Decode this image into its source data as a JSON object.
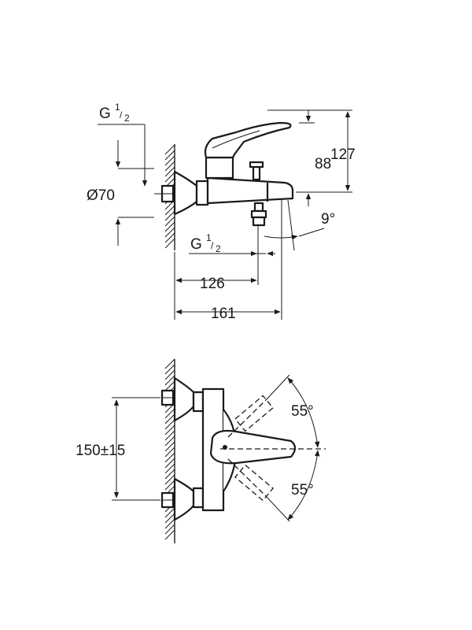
{
  "side_view": {
    "labels": {
      "thread_wall": {
        "g": "G",
        "num": "1",
        "den": "2"
      },
      "diameter": "Ø70",
      "height_88": "88",
      "height_127": "127",
      "angle": "9°",
      "thread_spout": {
        "g": "G",
        "num": "1",
        "den": "2"
      },
      "length_126": "126",
      "length_161": "161"
    }
  },
  "front_view": {
    "labels": {
      "spacing": "150±15",
      "angle_top": "55°",
      "angle_bottom": "55°"
    }
  }
}
